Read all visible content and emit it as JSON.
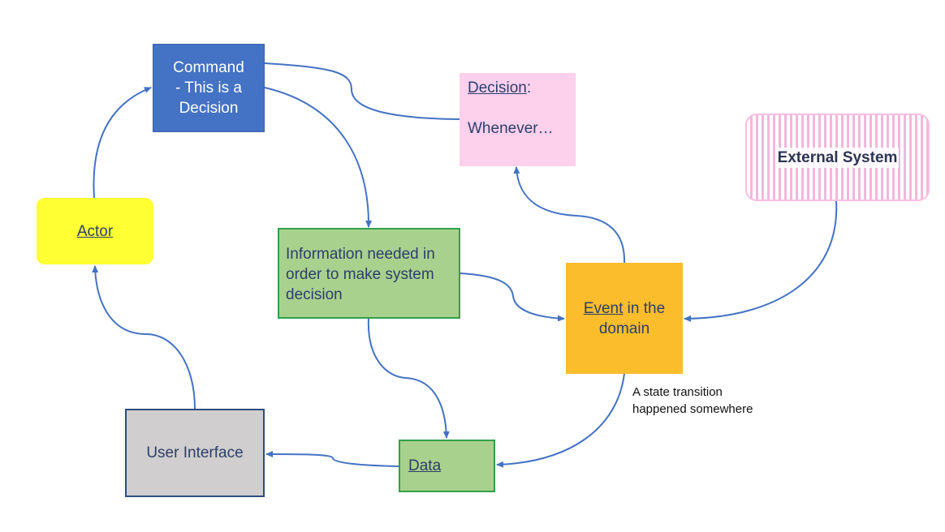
{
  "diagram": {
    "command": {
      "line1": "Command",
      "line2": "- This is a",
      "line3": "Decision"
    },
    "decision": {
      "title": "Decision",
      "colon": ":",
      "body": "Whenever…"
    },
    "external_system": {
      "label": "External System"
    },
    "actor": {
      "label": "Actor"
    },
    "information": {
      "line1": "Information needed in",
      "line2": "order to make system",
      "line3": "decision"
    },
    "event": {
      "word": "Event",
      "rest1": " in the",
      "line2": "domain"
    },
    "user_interface": {
      "label": "User Interface"
    },
    "data": {
      "label": "Data"
    },
    "note": {
      "line1": "A state transition",
      "line2": "happened somewhere"
    }
  },
  "colors": {
    "connector": "#4472c4",
    "command_fill": "#4472c4",
    "decision_fill": "#fdd0ec",
    "actor_fill": "#ffff33",
    "information_fill": "#a9d18e",
    "event_fill": "#fbbd2c",
    "user_interface_fill": "#d0cece",
    "data_fill": "#a9d18e",
    "external_stripe": "#f4b6da"
  }
}
